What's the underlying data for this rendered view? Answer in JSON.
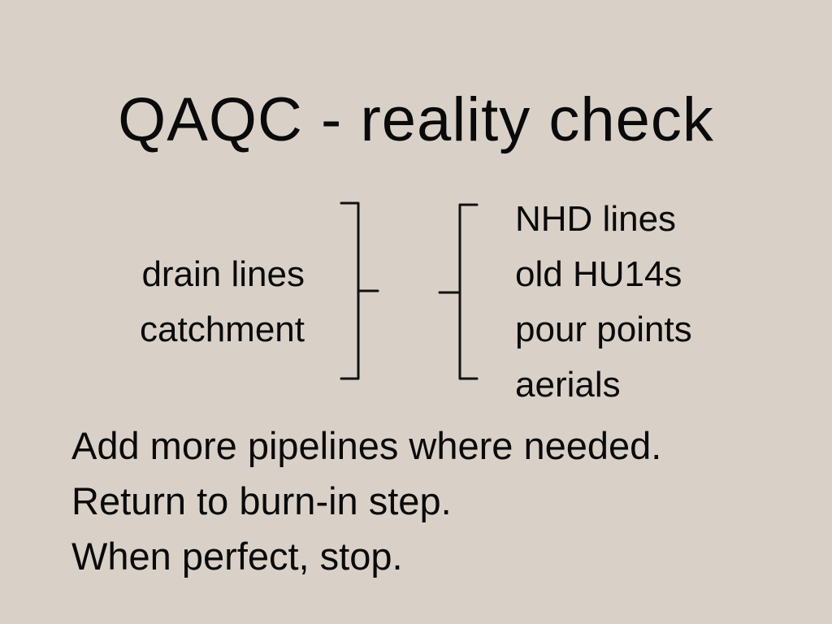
{
  "slide": {
    "title": "QAQC - reality check",
    "left_items": [
      "drain lines",
      "catchment"
    ],
    "right_items": [
      "NHD lines",
      "old HU14s",
      "pour points",
      "aerials"
    ],
    "bottom_lines": [
      "Add more pipelines where needed.",
      "Return to burn-in step.",
      "When perfect, stop."
    ]
  }
}
